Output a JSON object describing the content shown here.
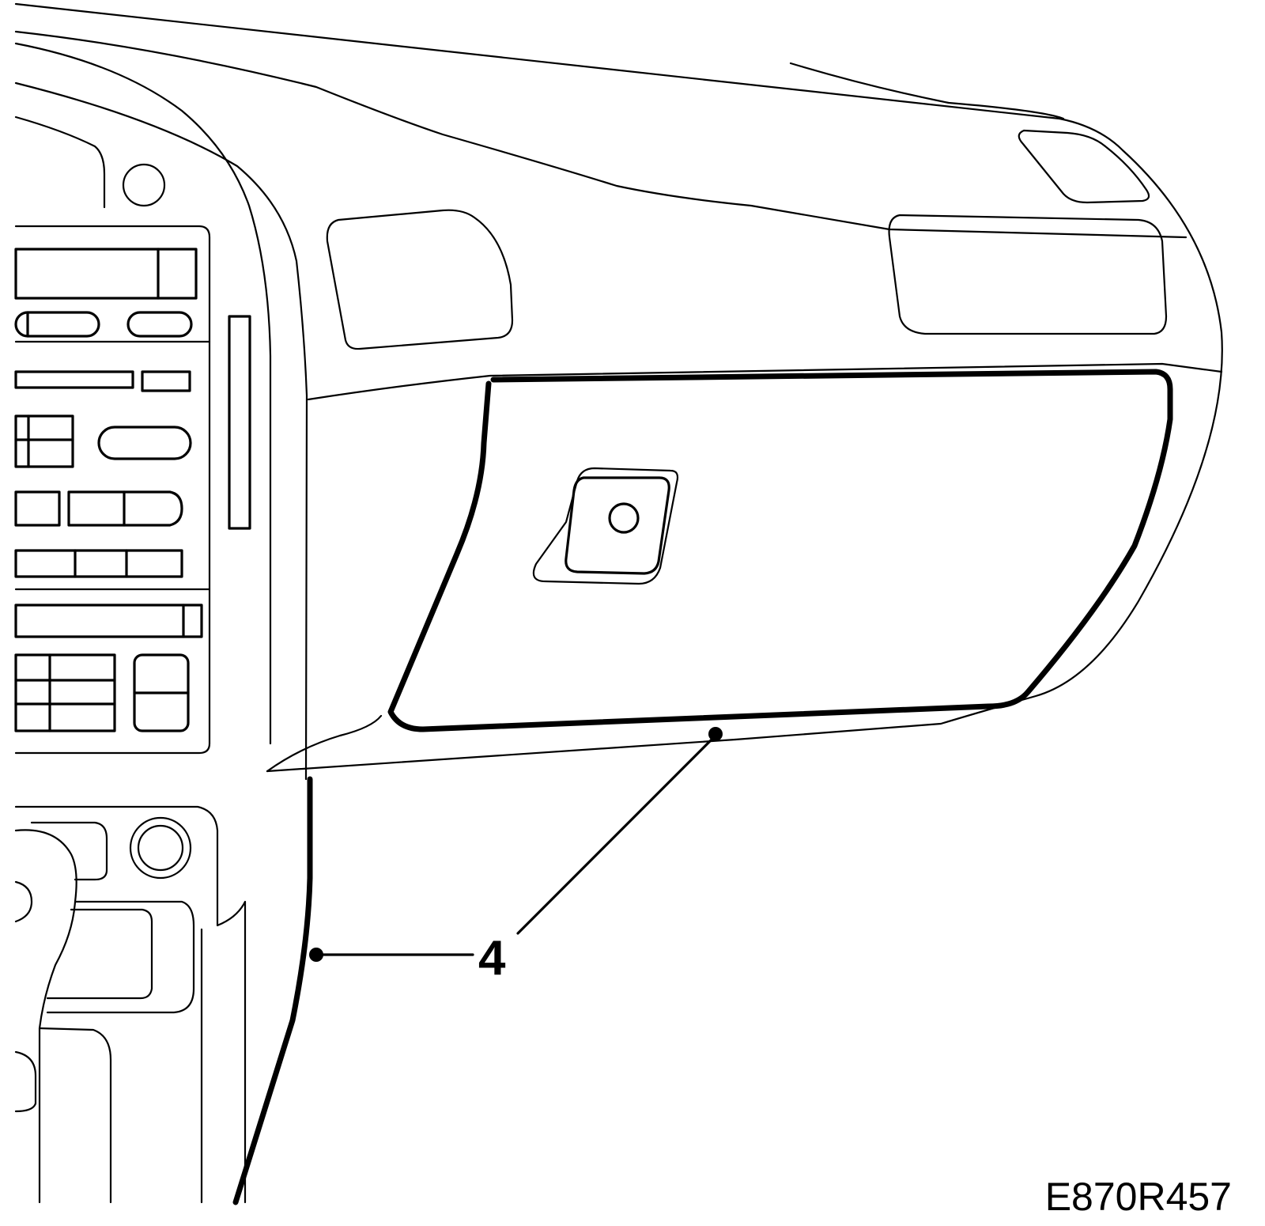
{
  "diagram": {
    "callouts": [
      {
        "id": "4",
        "label": "4"
      }
    ],
    "reference_code": "E870R457"
  }
}
